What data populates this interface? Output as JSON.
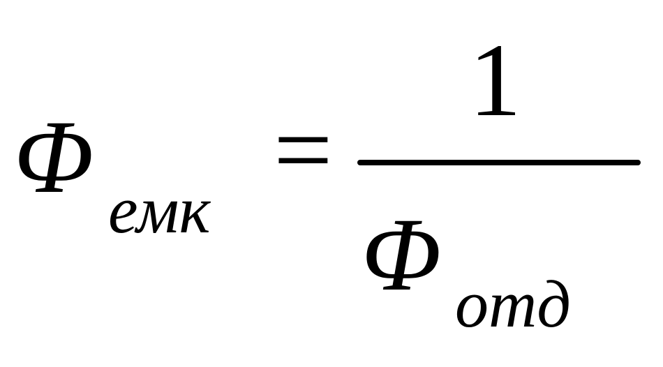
{
  "formula": {
    "lhs_symbol": "Φ",
    "lhs_subscript": "емк",
    "equals": "=",
    "numerator": "1",
    "denominator_symbol": "Φ",
    "denominator_subscript": "отд"
  }
}
